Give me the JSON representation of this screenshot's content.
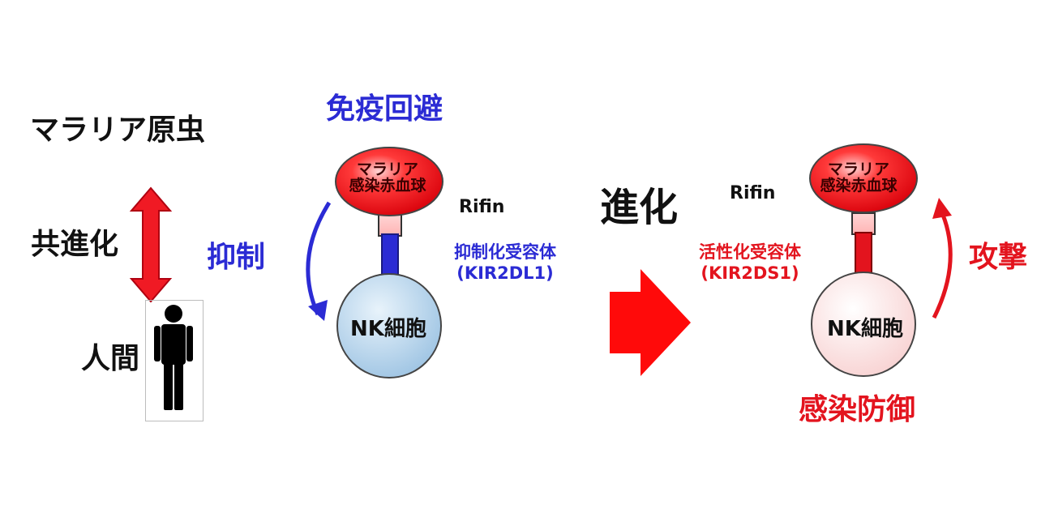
{
  "labels": {
    "parasite": "マラリア原虫",
    "coevolution": "共進化",
    "human": "人間",
    "immune_evasion": "免疫回避",
    "suppression": "抑制",
    "evolution": "進化",
    "attack": "攻撃",
    "infection_defense": "感染防御"
  },
  "left_panel": {
    "rbc_line1": "マラリア",
    "rbc_line2": "感染赤血球",
    "rifin": "Rifin",
    "receptor_line1": "抑制化受容体",
    "receptor_line2": "(KIR2DL1)",
    "nk_cell": "NK細胞"
  },
  "right_panel": {
    "rbc_line1": "マラリア",
    "rbc_line2": "感染赤血球",
    "rifin": "Rifin",
    "receptor_line1": "活性化受容体",
    "receptor_line2": "(KIR2DS1)",
    "nk_cell": "NK細胞"
  },
  "colors": {
    "blue": "#2b2bd4",
    "red": "#e3141e",
    "nk_inhibited": "#a9cde8",
    "nk_active": "#fde3e3",
    "rbc": "#f01a24"
  },
  "icons": {
    "double_arrow": "double-arrow-icon",
    "person": "person-icon",
    "evolution_arrow": "big-right-arrow-icon",
    "curved_arrow_blue": "curved-down-arrow-icon",
    "curved_arrow_red": "curved-up-arrow-icon"
  }
}
